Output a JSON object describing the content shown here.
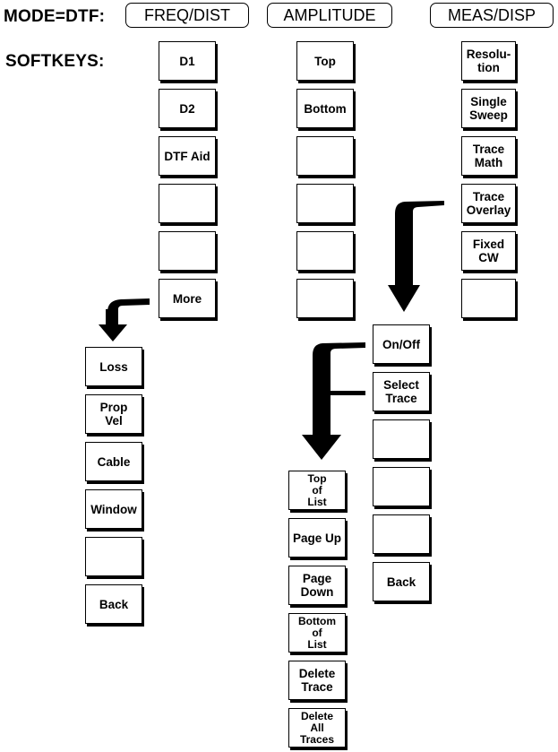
{
  "labels": {
    "mode": "MODE=DTF:",
    "softkeys": "SOFTKEYS:"
  },
  "headers": {
    "freq_dist": "FREQ/DIST",
    "amplitude": "AMPLITUDE",
    "meas_disp": "MEAS/DISP"
  },
  "freq_dist_keys": [
    "D1",
    "D2",
    "DTF Aid",
    "",
    "",
    "More"
  ],
  "more_submenu_keys": [
    "Loss",
    "Prop\nVel",
    "Cable",
    "Window",
    "",
    "Back"
  ],
  "amplitude_keys": [
    "Top",
    "Bottom",
    "",
    "",
    "",
    ""
  ],
  "meas_disp_keys": [
    "Resolu-\ntion",
    "Single\nSweep",
    "Trace\nMath",
    "Trace\nOverlay",
    "Fixed\nCW",
    ""
  ],
  "trace_overlay_submenu_keys": [
    "On/Off",
    "Select\nTrace",
    "",
    "",
    "",
    "Back"
  ],
  "select_trace_submenu_keys": [
    "Top\nof\nList",
    "Page Up",
    "Page\nDown",
    "Bottom\nof\nList",
    "Delete\nTrace",
    "Delete\nAll\nTraces"
  ]
}
